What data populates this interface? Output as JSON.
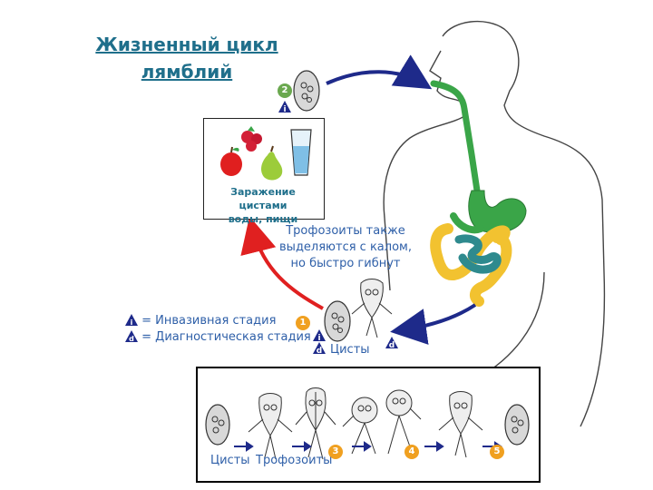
{
  "title": {
    "line1": "Жизненный цикл",
    "line2": "лямблий"
  },
  "infection_box": {
    "caption_line1": "Заражение цистами",
    "caption_line2": "воды, пищи"
  },
  "trophozoite_note": {
    "line1": "Трофозоиты также",
    "line2": "выделяются с калом,",
    "line3": "но быстро гибнут"
  },
  "legend": {
    "invasive": "= Инвазивная стадия",
    "diagnostic": "= Диагностическая стадия",
    "invasive_symbol": "i",
    "diagnostic_symbol": "d"
  },
  "cysts_label": "Цисты",
  "strip": {
    "cysts_label": "Цисты",
    "trophozoites_label": "Трофозоиты"
  },
  "badges": {
    "step1": "1",
    "step2": "2",
    "step3": "3",
    "step4": "4",
    "step5": "5"
  },
  "colors": {
    "title": "#1f6f8b",
    "text_blue": "#2e5fa8",
    "arrow_navy": "#1e2a8a",
    "arrow_red": "#e02020",
    "stomach_green": "#3aa548",
    "colon_yellow": "#f2c230",
    "small_intestine_teal": "#2e8a8e",
    "badge_green": "#6aa84f",
    "badge_orange": "#f0a020"
  }
}
